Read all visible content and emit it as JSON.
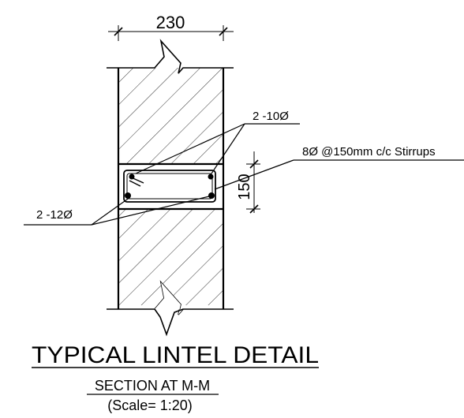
{
  "drawing": {
    "dimensions": {
      "wall_width": "230",
      "lintel_depth": "150"
    },
    "annotations": {
      "top_bars": "2 -10Ø",
      "stirrups": "8Ø @150mm c/c Stirrups",
      "bottom_bars": "2 -12Ø"
    },
    "title": "TYPICAL LINTEL DETAIL",
    "subtitle": "SECTION AT M-M",
    "scale": "(Scale= 1:20)"
  }
}
